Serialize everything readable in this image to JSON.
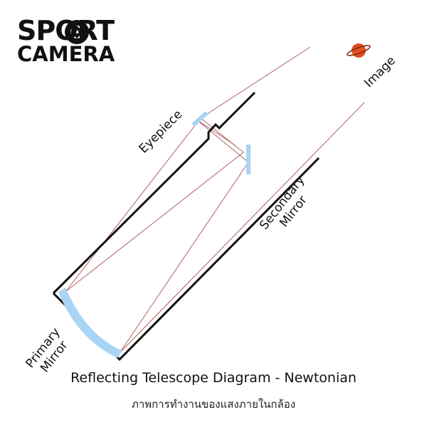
{
  "logo": {
    "line1": "SPORT",
    "line2": "CAMERA"
  },
  "labels": {
    "eyepiece": "Eyepiece",
    "image": "Image",
    "secondary_line1": "Secondary",
    "secondary_line2": "Mirror",
    "primary_line1": "Primary",
    "primary_line2": "Mirror"
  },
  "title": "Reflecting Telescope Diagram - Newtonian",
  "subtitle": "ภาพการทำงานของแสงภายในกล้อง",
  "colors": {
    "tube": "#111111",
    "mirror": "#a8d4f5",
    "ray": "#b06060",
    "planet": "#e0501e",
    "planet_ring": "#8a2a10"
  },
  "icons": [
    "aperture-icon",
    "planet-icon"
  ]
}
